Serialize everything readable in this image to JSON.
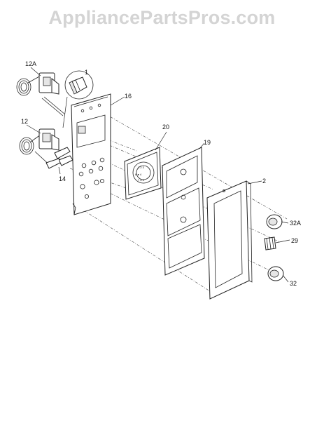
{
  "watermark": "AppliancePartsPros.com",
  "callouts": {
    "c12A": "12A",
    "c1": "1",
    "c16": "16",
    "c12": "12",
    "c14": "14",
    "c20": "20",
    "c19": "19",
    "c2": "2",
    "c32A": "32A",
    "c29": "29",
    "c32": "32"
  }
}
